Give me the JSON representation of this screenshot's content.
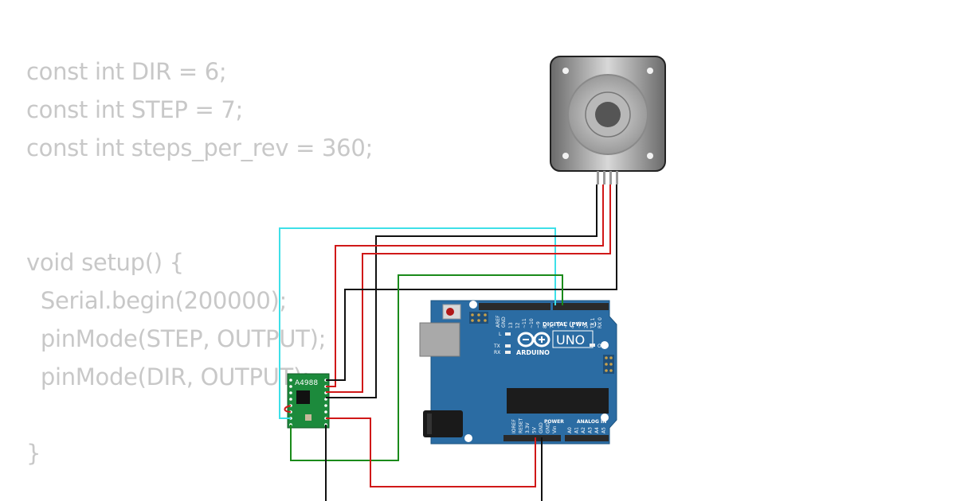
{
  "code": {
    "lines": [
      "const int DIR = 6;",
      "const int STEP = 7;",
      "const int steps_per_rev = 360;",
      "",
      "",
      "void setup() {",
      "  Serial.begin(200000);",
      "  pinMode(STEP, OUTPUT);",
      "  pinMode(DIR, OUTPUT);",
      "",
      "}"
    ]
  },
  "driver": {
    "label": "A4988"
  },
  "arduino": {
    "digital_label": "DIGITAL (PWM ~)",
    "brand": "ARDUINO",
    "model": "UNO",
    "on_label": "ON",
    "power_label": "POWER",
    "analog_label": "ANALOG IN",
    "led_l": "L",
    "led_tx": "TX",
    "led_rx": "RX",
    "aref": "AREF",
    "gnd": "GND",
    "digital_pins": [
      "13",
      "12",
      "~11",
      "~10",
      "~9",
      "8",
      "7",
      "~6",
      "~5",
      "4",
      "~3",
      "2",
      "TX 1",
      "RX 0"
    ],
    "power_pins": [
      "IOREF",
      "RESET",
      "3.3V",
      "5V",
      "GND",
      "GND",
      "Vin"
    ],
    "analog_pins": [
      "A0",
      "A1",
      "A2",
      "A3",
      "A4",
      "A5"
    ]
  },
  "colors": {
    "code_text": "#c8c8c8",
    "board": "#2b6ca3",
    "driver_pcb": "#1c8a3c",
    "wire_cyan": "#3ee0e8",
    "wire_red": "#d01818",
    "wire_black": "#111111",
    "wire_green": "#1a8a1a"
  }
}
